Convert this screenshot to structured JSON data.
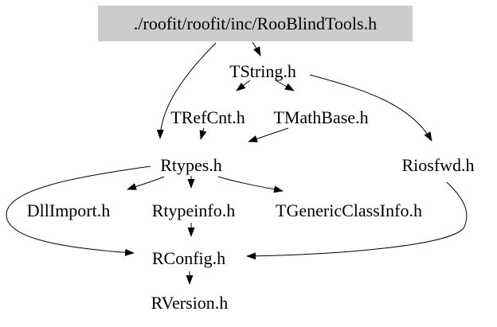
{
  "diagram": {
    "kind": "include-dependency-graph",
    "root": {
      "label": "./roofit/roofit/inc/RooBlindTools.h"
    },
    "nodes": {
      "tstring": {
        "label": "TString.h"
      },
      "trefcnt": {
        "label": "TRefCnt.h"
      },
      "tmathbase": {
        "label": "TMathBase.h"
      },
      "rtypes": {
        "label": "Rtypes.h"
      },
      "riosfwd": {
        "label": "Riosfwd.h"
      },
      "dllimport": {
        "label": "DllImport.h"
      },
      "rtypeinfo": {
        "label": "Rtypeinfo.h"
      },
      "tgenericclassinfo": {
        "label": "TGenericClassInfo.h"
      },
      "rconfig": {
        "label": "RConfig.h"
      },
      "rversion": {
        "label": "RVersion.h"
      }
    },
    "edges": [
      {
        "from": "./roofit/roofit/inc/RooBlindTools.h",
        "to": "TString.h"
      },
      {
        "from": "./roofit/roofit/inc/RooBlindTools.h",
        "to": "Rtypes.h"
      },
      {
        "from": "TString.h",
        "to": "TRefCnt.h"
      },
      {
        "from": "TString.h",
        "to": "TMathBase.h"
      },
      {
        "from": "TString.h",
        "to": "Riosfwd.h"
      },
      {
        "from": "TRefCnt.h",
        "to": "Rtypes.h"
      },
      {
        "from": "TMathBase.h",
        "to": "Rtypes.h"
      },
      {
        "from": "Rtypes.h",
        "to": "DllImport.h"
      },
      {
        "from": "Rtypes.h",
        "to": "Rtypeinfo.h"
      },
      {
        "from": "Rtypes.h",
        "to": "TGenericClassInfo.h"
      },
      {
        "from": "Rtypes.h",
        "to": "RConfig.h"
      },
      {
        "from": "Riosfwd.h",
        "to": "RConfig.h"
      },
      {
        "from": "Rtypeinfo.h",
        "to": "RConfig.h"
      },
      {
        "from": "RConfig.h",
        "to": "RVersion.h"
      }
    ],
    "colors": {
      "root_fill": "#cccccc",
      "edge": "#000000",
      "text": "#000000",
      "background": "#ffffff"
    }
  }
}
